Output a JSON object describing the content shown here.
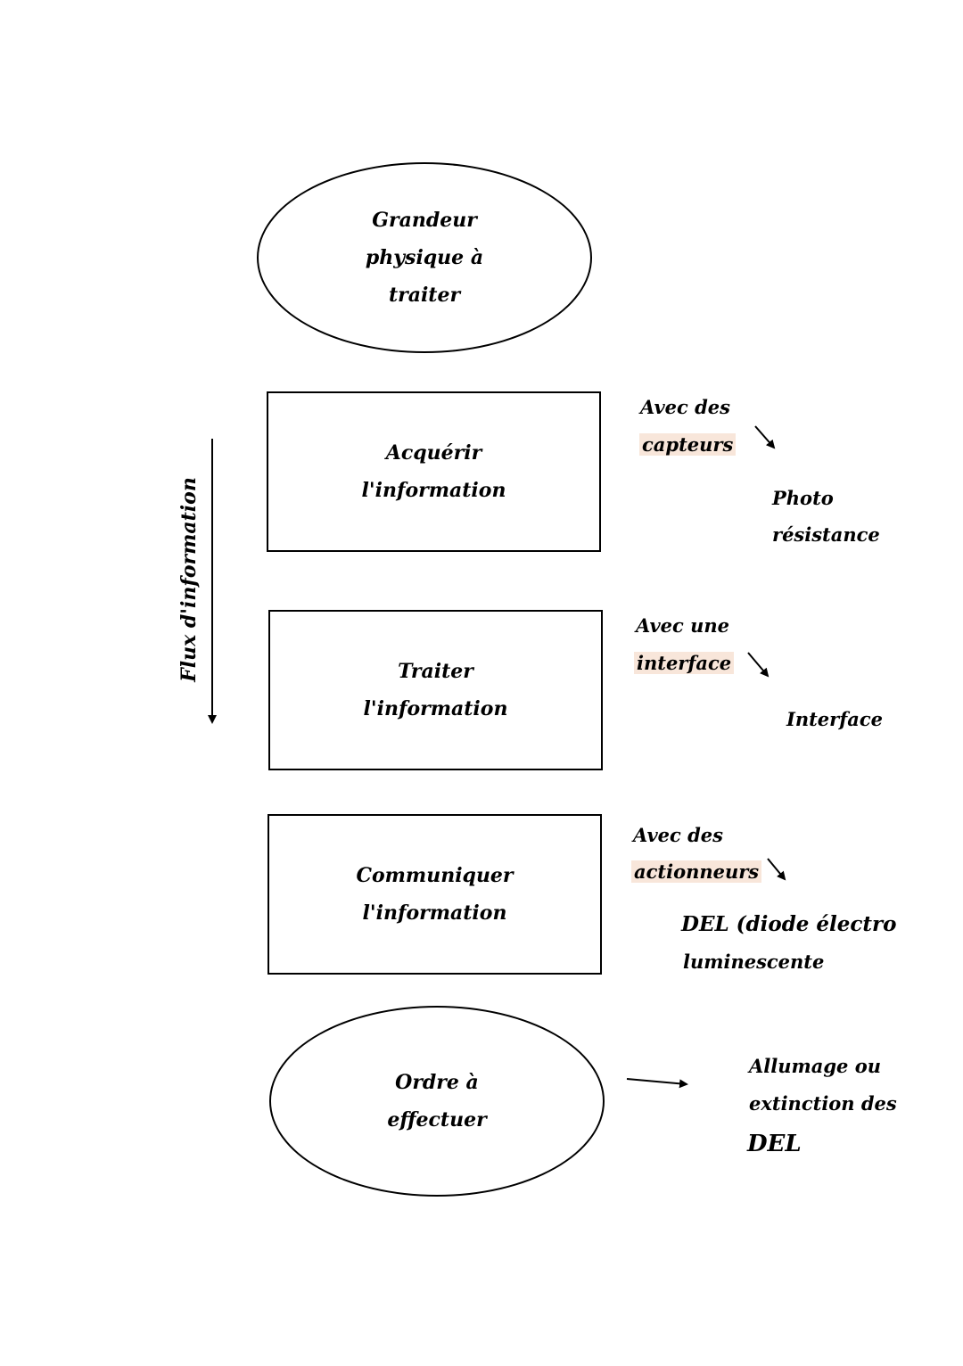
{
  "diagram": {
    "flux_label": "Flux d'information",
    "nodes": {
      "grandeur": [
        "Grandeur",
        "physique à",
        "traiter"
      ],
      "acquerir": [
        "Acquérir",
        "l'information"
      ],
      "traiter": [
        "Traiter",
        "l'information"
      ],
      "communiquer": [
        "Communiquer",
        "l'information"
      ],
      "ordre": [
        "Ordre à",
        "effectuer"
      ]
    },
    "notes": {
      "acquerir": {
        "line1": "Avec des",
        "line2": "capteurs",
        "result1": "Photo",
        "result2": "résistance"
      },
      "traiter": {
        "line1": "Avec une",
        "line2": "interface",
        "result1": "Interface"
      },
      "communiquer": {
        "line1": "Avec des",
        "line2": "actionneurs",
        "result1": "DEL (diode électro",
        "result2": "luminescente"
      },
      "ordre": {
        "result1": "Allumage ou",
        "result2": "extinction des",
        "result3": "DEL"
      }
    },
    "highlight_color": "#f8e6da"
  }
}
